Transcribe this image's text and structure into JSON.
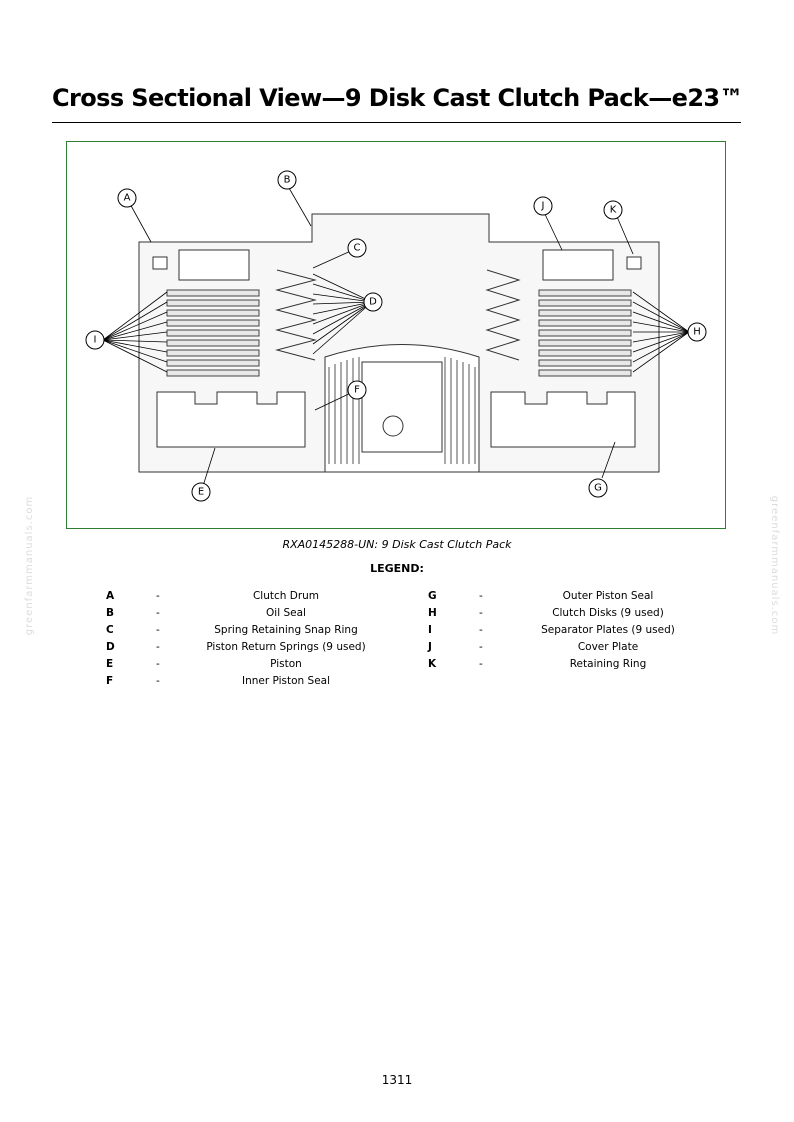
{
  "title": "Cross Sectional View—9 Disk Cast Clutch Pack—e23™",
  "figure": {
    "caption": "RXA0145288-UN: 9 Disk Cast Clutch Pack",
    "callouts": {
      "A": "A",
      "B": "B",
      "C": "C",
      "D": "D",
      "E": "E",
      "F": "F",
      "G": "G",
      "H": "H",
      "I": "I",
      "J": "J",
      "K": "K"
    }
  },
  "legend": {
    "title": "LEGEND:",
    "left": [
      {
        "key": "A",
        "dash": "-",
        "text": "Clutch Drum"
      },
      {
        "key": "B",
        "dash": "-",
        "text": "Oil Seal"
      },
      {
        "key": "C",
        "dash": "-",
        "text": "Spring Retaining Snap Ring"
      },
      {
        "key": "D",
        "dash": "-",
        "text": "Piston Return Springs (9 used)"
      },
      {
        "key": "E",
        "dash": "-",
        "text": "Piston"
      },
      {
        "key": "F",
        "dash": "-",
        "text": "Inner Piston Seal"
      }
    ],
    "right": [
      {
        "key": "G",
        "dash": "-",
        "text": "Outer Piston Seal"
      },
      {
        "key": "H",
        "dash": "-",
        "text": "Clutch Disks (9 used)"
      },
      {
        "key": "I",
        "dash": "-",
        "text": "Separator Plates (9 used)"
      },
      {
        "key": "J",
        "dash": "-",
        "text": "Cover Plate"
      },
      {
        "key": "K",
        "dash": "-",
        "text": "Retaining Ring"
      }
    ]
  },
  "watermark": "greenfarmmanuals.com",
  "page_number": "1311",
  "colors": {
    "frame": "#2e7d32"
  }
}
